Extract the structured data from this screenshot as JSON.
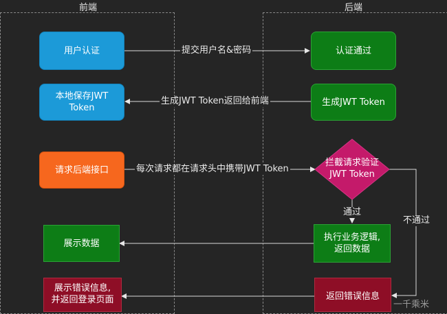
{
  "lanes": {
    "frontend_title": "前端",
    "backend_title": "后端"
  },
  "nodes": {
    "user_auth": "用户认证",
    "save_jwt_line1": "本地保存JWT",
    "save_jwt_line2": "Token",
    "request_api": "请求后端接口",
    "show_data": "展示数据",
    "show_error_line1": "展示错误信息,",
    "show_error_line2": "并返回登录页面",
    "auth_pass": "认证通过",
    "gen_jwt": "生成JWT Token",
    "intercept_line1": "拦截请求验证",
    "intercept_line2": "JWT Token",
    "exec_logic_line1": "执行业务逻辑,",
    "exec_logic_line2": "返回数据",
    "return_error": "返回错误信息"
  },
  "edges": {
    "submit_credentials": "提交用户名&密码",
    "return_token": "生成JWT Token返回给前端",
    "carry_token": "每次请求都在请求头中携带JWT Token",
    "pass": "通过",
    "fail": "不通过"
  },
  "watermark": "一千乘米"
}
